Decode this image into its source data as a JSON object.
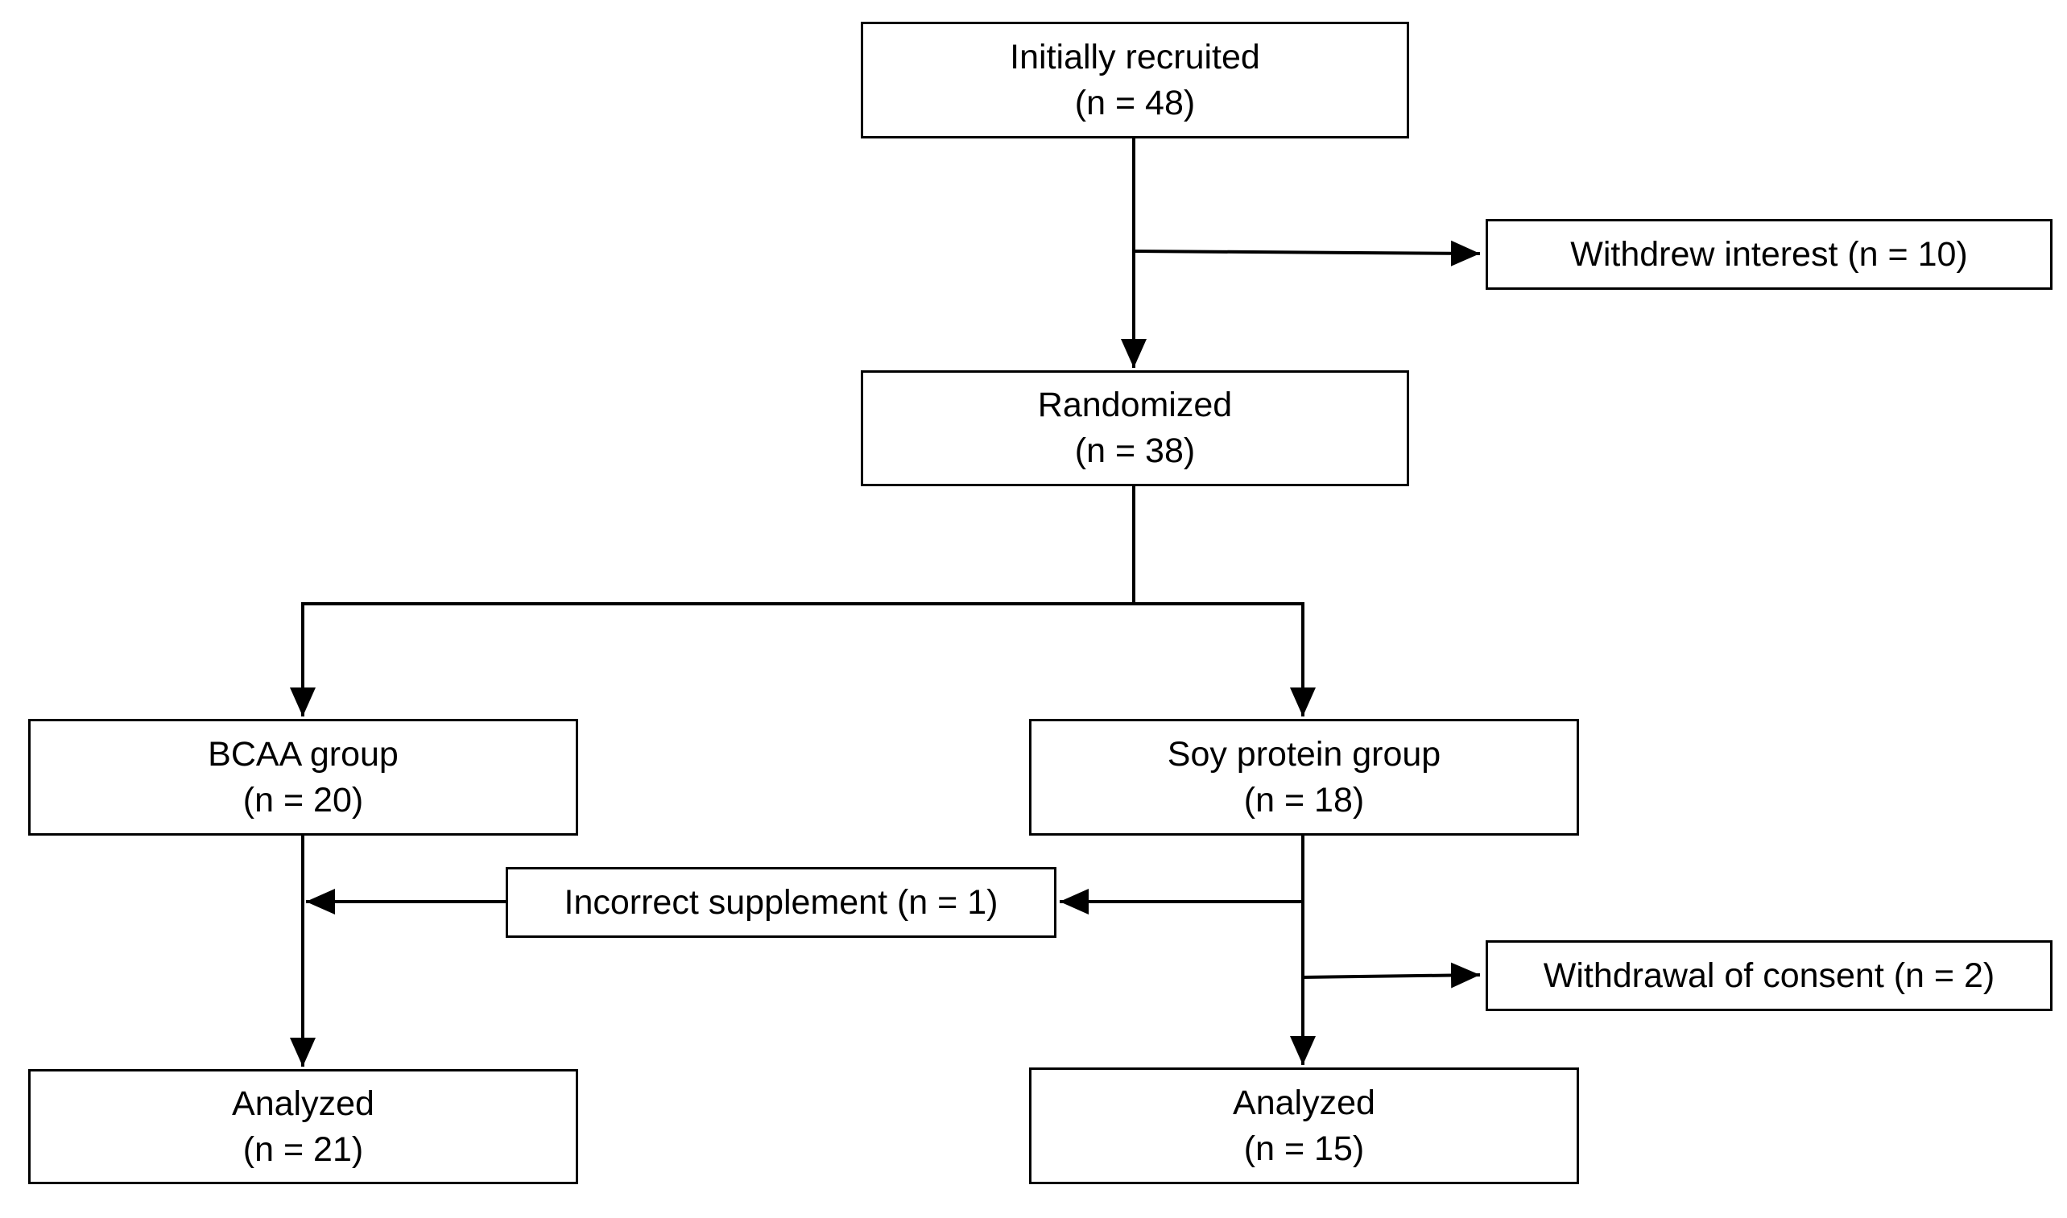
{
  "boxes": {
    "recruited": {
      "label": "Initially recruited",
      "count": "(n = 48)"
    },
    "withdrew_interest": {
      "label": "Withdrew interest (n = 10)"
    },
    "randomized": {
      "label": "Randomized",
      "count": "(n = 38)"
    },
    "bcaa_group": {
      "label": "BCAA group",
      "count": "(n = 20)"
    },
    "soy_group": {
      "label": "Soy protein group",
      "count": "(n = 18)"
    },
    "incorrect_supplement": {
      "label": "Incorrect supplement (n = 1)"
    },
    "withdrawal_consent": {
      "label": "Withdrawal of consent (n = 2)"
    },
    "analyzed_bcaa": {
      "label": "Analyzed",
      "count": "(n = 21)"
    },
    "analyzed_soy": {
      "label": "Analyzed",
      "count": "(n = 15)"
    }
  },
  "colors": {
    "stroke": "#000000",
    "fill": "#ffffff"
  }
}
